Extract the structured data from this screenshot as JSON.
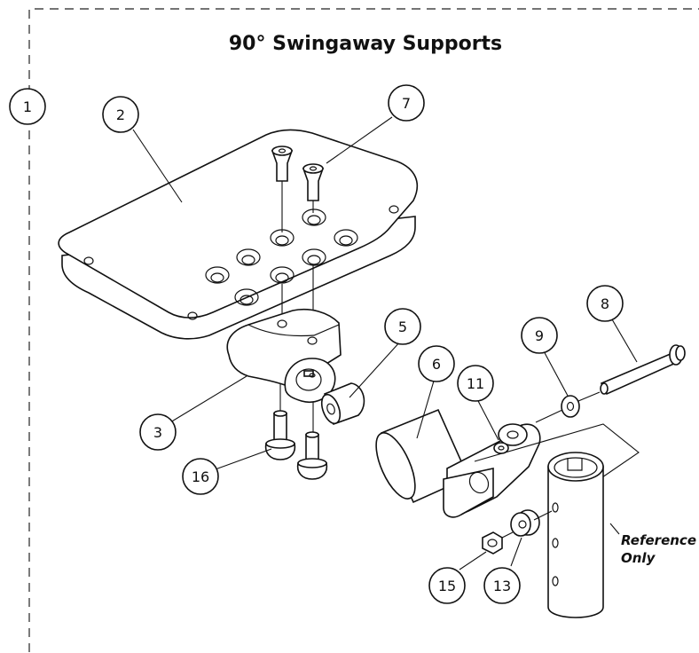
{
  "title": "90° Swingaway Supports",
  "callouts": [
    {
      "label": "1"
    },
    {
      "label": "2"
    },
    {
      "label": "7"
    },
    {
      "label": "3"
    },
    {
      "label": "5"
    },
    {
      "label": "6"
    },
    {
      "label": "11"
    },
    {
      "label": "9"
    },
    {
      "label": "8"
    },
    {
      "label": "16"
    },
    {
      "label": "15"
    },
    {
      "label": "13"
    }
  ],
  "reference_note": {
    "line1": "Reference",
    "line2": "Only"
  }
}
